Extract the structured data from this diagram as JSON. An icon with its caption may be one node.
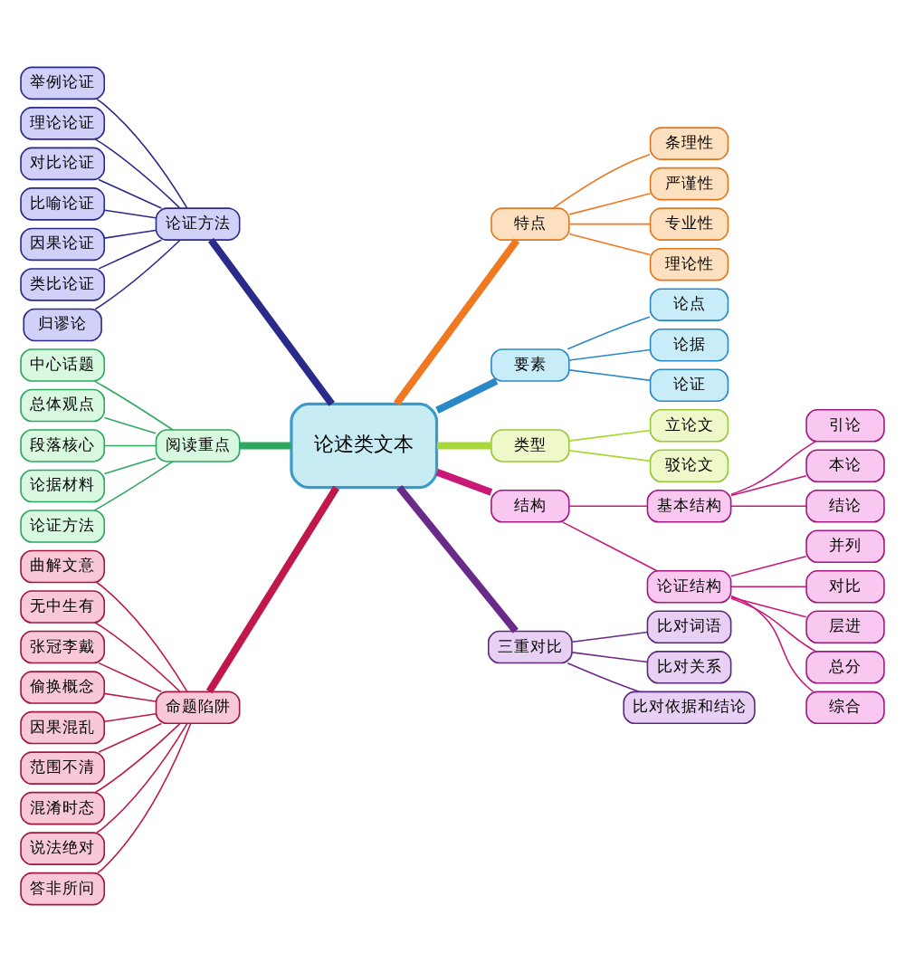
{
  "diagram": {
    "nodes": [
      {
        "text": [
          "论述类文本"
        ]
      },
      {
        "text": [
          "论证方法"
        ]
      },
      {
        "text": [
          "举例论证"
        ]
      },
      {
        "text": [
          "理论论证"
        ]
      },
      {
        "text": [
          "对比论证"
        ]
      },
      {
        "text": [
          "比喻论证"
        ]
      },
      {
        "text": [
          "因果论证"
        ]
      },
      {
        "text": [
          "类比论证"
        ]
      },
      {
        "text": [
          "归谬论"
        ]
      },
      {
        "text": [
          "阅读重点"
        ]
      },
      {
        "text": [
          "中心话题"
        ]
      },
      {
        "text": [
          "总体观点"
        ]
      },
      {
        "text": [
          "段落核心"
        ]
      },
      {
        "text": [
          "论据材料"
        ]
      },
      {
        "text": [
          "论证方法"
        ]
      },
      {
        "text": [
          "命题陷阱"
        ]
      },
      {
        "text": [
          "曲解文意"
        ]
      },
      {
        "text": [
          "无中生有"
        ]
      },
      {
        "text": [
          "张冠李戴"
        ]
      },
      {
        "text": [
          "偷换概念"
        ]
      },
      {
        "text": [
          "因果混乱"
        ]
      },
      {
        "text": [
          "范围不清"
        ]
      },
      {
        "text": [
          "混淆时态"
        ]
      },
      {
        "text": [
          "说法绝对"
        ]
      },
      {
        "text": [
          "答非所问"
        ]
      },
      {
        "text": [
          "特点"
        ]
      },
      {
        "text": [
          "条理性"
        ]
      },
      {
        "text": [
          "严谨性"
        ]
      },
      {
        "text": [
          "专业性"
        ]
      },
      {
        "text": [
          "理论性"
        ]
      },
      {
        "text": [
          "要素"
        ]
      },
      {
        "text": [
          "论点"
        ]
      },
      {
        "text": [
          "论据"
        ]
      },
      {
        "text": [
          "论证"
        ]
      },
      {
        "text": [
          "类型"
        ]
      },
      {
        "text": [
          "立论文"
        ]
      },
      {
        "text": [
          "驳论文"
        ]
      },
      {
        "text": [
          "结构"
        ]
      },
      {
        "text": [
          "基本结构"
        ]
      },
      {
        "text": [
          "引论"
        ]
      },
      {
        "text": [
          "本论"
        ]
      },
      {
        "text": [
          "结论"
        ]
      },
      {
        "text": [
          "论证结构"
        ]
      },
      {
        "text": [
          "并列"
        ]
      },
      {
        "text": [
          "对比"
        ]
      },
      {
        "text": [
          "层进"
        ]
      },
      {
        "text": [
          "总分"
        ]
      },
      {
        "text": [
          "综合"
        ]
      },
      {
        "text": [
          "三重对比"
        ]
      },
      {
        "text": [
          "比对词语"
        ]
      },
      {
        "text": [
          "比对关系"
        ]
      },
      {
        "text": [
          "比对依据和结论"
        ]
      }
    ],
    "edges": [
      {
        "from": 0,
        "to": 1,
        "arrow": "none",
        "style": "thick",
        "color": "#2a2a8a"
      },
      {
        "from": 1,
        "to": 2,
        "arrow": "none",
        "color": "#2a2a8a"
      },
      {
        "from": 1,
        "to": 3,
        "arrow": "none",
        "color": "#2a2a8a"
      },
      {
        "from": 1,
        "to": 4,
        "arrow": "none",
        "color": "#2a2a8a"
      },
      {
        "from": 1,
        "to": 5,
        "arrow": "none",
        "color": "#2a2a8a"
      },
      {
        "from": 1,
        "to": 6,
        "arrow": "none",
        "color": "#2a2a8a"
      },
      {
        "from": 1,
        "to": 7,
        "arrow": "none",
        "color": "#2a2a8a"
      },
      {
        "from": 1,
        "to": 8,
        "arrow": "none",
        "color": "#2a2a8a"
      },
      {
        "from": 0,
        "to": 9,
        "arrow": "none",
        "style": "thick",
        "color": "#2ea860"
      },
      {
        "from": 9,
        "to": 10,
        "arrow": "none",
        "color": "#2ea860"
      },
      {
        "from": 9,
        "to": 11,
        "arrow": "none",
        "color": "#2ea860"
      },
      {
        "from": 9,
        "to": 12,
        "arrow": "none",
        "color": "#2ea860"
      },
      {
        "from": 9,
        "to": 13,
        "arrow": "none",
        "color": "#2ea860"
      },
      {
        "from": 9,
        "to": 14,
        "arrow": "none",
        "color": "#2ea860"
      },
      {
        "from": 0,
        "to": 15,
        "arrow": "none",
        "style": "thick",
        "color": "#c0184a"
      },
      {
        "from": 15,
        "to": 16,
        "arrow": "none",
        "color": "#c0184a"
      },
      {
        "from": 15,
        "to": 17,
        "arrow": "none",
        "color": "#c0184a"
      },
      {
        "from": 15,
        "to": 18,
        "arrow": "none",
        "color": "#c0184a"
      },
      {
        "from": 15,
        "to": 19,
        "arrow": "none",
        "color": "#c0184a"
      },
      {
        "from": 15,
        "to": 20,
        "arrow": "none",
        "color": "#c0184a"
      },
      {
        "from": 15,
        "to": 21,
        "arrow": "none",
        "color": "#c0184a"
      },
      {
        "from": 15,
        "to": 22,
        "arrow": "none",
        "color": "#c0184a"
      },
      {
        "from": 15,
        "to": 23,
        "arrow": "none",
        "color": "#c0184a"
      },
      {
        "from": 15,
        "to": 24,
        "arrow": "none",
        "color": "#c0184a"
      },
      {
        "from": 0,
        "to": 25,
        "arrow": "none",
        "style": "thick",
        "color": "#f07820"
      },
      {
        "from": 25,
        "to": 26,
        "arrow": "none",
        "color": "#f07820"
      },
      {
        "from": 25,
        "to": 27,
        "arrow": "none",
        "color": "#f07820"
      },
      {
        "from": 25,
        "to": 28,
        "arrow": "none",
        "color": "#f07820"
      },
      {
        "from": 25,
        "to": 29,
        "arrow": "none",
        "color": "#f07820"
      },
      {
        "from": 0,
        "to": 30,
        "arrow": "none",
        "style": "thick",
        "color": "#2a88c8"
      },
      {
        "from": 30,
        "to": 31,
        "arrow": "none",
        "color": "#2a88c8"
      },
      {
        "from": 30,
        "to": 32,
        "arrow": "none",
        "color": "#2a88c8"
      },
      {
        "from": 30,
        "to": 33,
        "arrow": "none",
        "color": "#2a88c8"
      },
      {
        "from": 0,
        "to": 34,
        "arrow": "none",
        "style": "thick",
        "color": "#a8d838"
      },
      {
        "from": 34,
        "to": 35,
        "arrow": "none",
        "color": "#a8d838"
      },
      {
        "from": 34,
        "to": 36,
        "arrow": "none",
        "color": "#a8d838"
      },
      {
        "from": 0,
        "to": 37,
        "arrow": "none",
        "style": "thick",
        "color": "#c81878"
      },
      {
        "from": 37,
        "to": 38,
        "arrow": "none",
        "color": "#c81878"
      },
      {
        "from": 38,
        "to": 39,
        "arrow": "none",
        "color": "#c81878"
      },
      {
        "from": 38,
        "to": 40,
        "arrow": "none",
        "color": "#c81878"
      },
      {
        "from": 38,
        "to": 41,
        "arrow": "none",
        "color": "#c81878"
      },
      {
        "from": 37,
        "to": 42,
        "arrow": "none",
        "color": "#c81878"
      },
      {
        "from": 42,
        "to": 43,
        "arrow": "none",
        "color": "#c81878"
      },
      {
        "from": 42,
        "to": 44,
        "arrow": "none",
        "color": "#c81878"
      },
      {
        "from": 42,
        "to": 45,
        "arrow": "none",
        "color": "#c81878"
      },
      {
        "from": 42,
        "to": 46,
        "arrow": "none",
        "color": "#c81878"
      },
      {
        "from": 42,
        "to": 47,
        "arrow": "none",
        "color": "#c81878"
      },
      {
        "from": 0,
        "to": 48,
        "arrow": "none",
        "style": "thick",
        "color": "#6a2a8a"
      },
      {
        "from": 48,
        "to": 49,
        "arrow": "none",
        "color": "#6a2a8a"
      },
      {
        "from": 48,
        "to": 50,
        "arrow": "none",
        "color": "#6a2a8a"
      },
      {
        "from": 48,
        "to": 51,
        "arrow": "none",
        "color": "#6a2a8a"
      }
    ]
  }
}
